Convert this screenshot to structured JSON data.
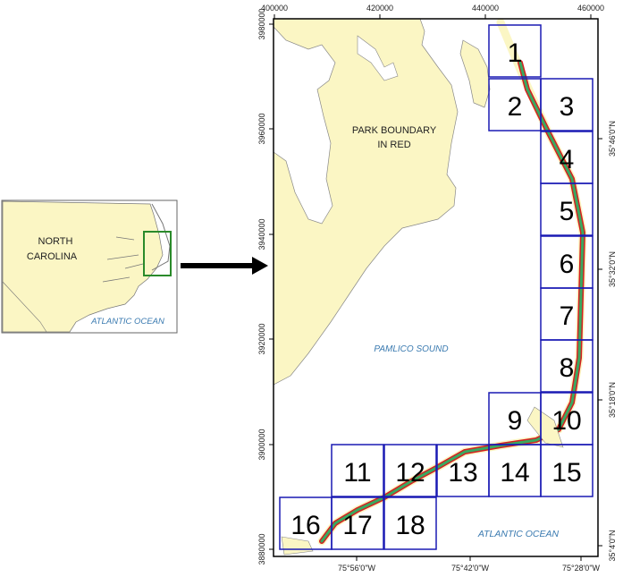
{
  "inset": {
    "state_label_line1": "NORTH",
    "state_label_line2": "CAROLINA",
    "ocean_label": "ATLANTIC OCEAN"
  },
  "main_map": {
    "park_label_line1": "PARK BOUNDARY",
    "park_label_line2": "IN RED",
    "sound_label": "PAMLICO SOUND",
    "ocean_label": "ATLANTIC OCEAN",
    "top_ticks": [
      "400000",
      "420000",
      "440000",
      "460000"
    ],
    "left_ticks": [
      "3980000",
      "3960000",
      "3940000",
      "3920000",
      "3900000",
      "3880000"
    ],
    "bottom_ticks": [
      "75°56'0\"W",
      "75°42'0\"W",
      "75°28'0\"W"
    ],
    "right_ticks": [
      "35°46'0\"N",
      "35°32'0\"N",
      "35°18'0\"N",
      "35°4'0\"N"
    ],
    "tiles": [
      "1",
      "2",
      "3",
      "4",
      "5",
      "6",
      "7",
      "8",
      "9",
      "10",
      "11",
      "12",
      "13",
      "14",
      "15",
      "16",
      "17",
      "18"
    ]
  },
  "colors": {
    "land": "#fbf6c4",
    "park_boundary": "#d42020",
    "vegetation": "#3aa860",
    "tile_grid": "#1a1ab4",
    "inset_box": "#2a8a2a",
    "water_label": "#3a7ab0"
  }
}
